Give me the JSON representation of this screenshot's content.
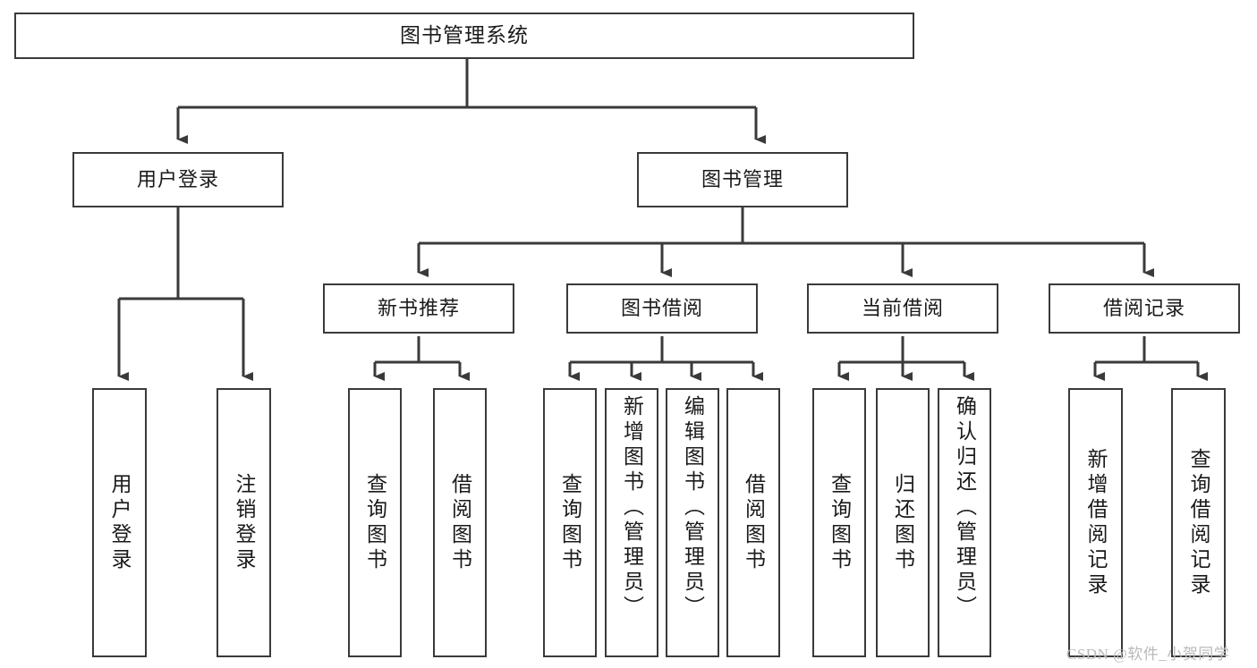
{
  "diagram": {
    "title": "图书管理系统",
    "type": "tree-hierarchy",
    "watermark": "CSDN @软件_小贺同学",
    "colors": {
      "stroke": "#3a3a3a",
      "fill": "#ffffff",
      "text": "#1a1a1a",
      "watermark": "#b9b9b9"
    },
    "root": {
      "label": "图书管理系统"
    },
    "level2": [
      {
        "label": "用户登录"
      },
      {
        "label": "图书管理"
      }
    ],
    "level3": [
      {
        "label": "新书推荐"
      },
      {
        "label": "图书借阅"
      },
      {
        "label": "当前借阅"
      },
      {
        "label": "借阅记录"
      }
    ],
    "leaves": [
      {
        "label": "用户登录",
        "parent": "用户登录"
      },
      {
        "label": "注销登录",
        "parent": "用户登录"
      },
      {
        "label": "查询图书",
        "parent": "新书推荐"
      },
      {
        "label": "借阅图书",
        "parent": "新书推荐"
      },
      {
        "label": "查询图书",
        "parent": "图书借阅"
      },
      {
        "label": "新增图书（管理员）",
        "parent": "图书借阅"
      },
      {
        "label": "编辑图书（管理员）",
        "parent": "图书借阅"
      },
      {
        "label": "借阅图书",
        "parent": "图书借阅"
      },
      {
        "label": "查询图书",
        "parent": "当前借阅"
      },
      {
        "label": "归还图书",
        "parent": "当前借阅"
      },
      {
        "label": "确认归还（管理员）",
        "parent": "当前借阅"
      },
      {
        "label": "新增借阅记录",
        "parent": "借阅记录"
      },
      {
        "label": "查询借阅记录",
        "parent": "借阅记录"
      }
    ]
  }
}
